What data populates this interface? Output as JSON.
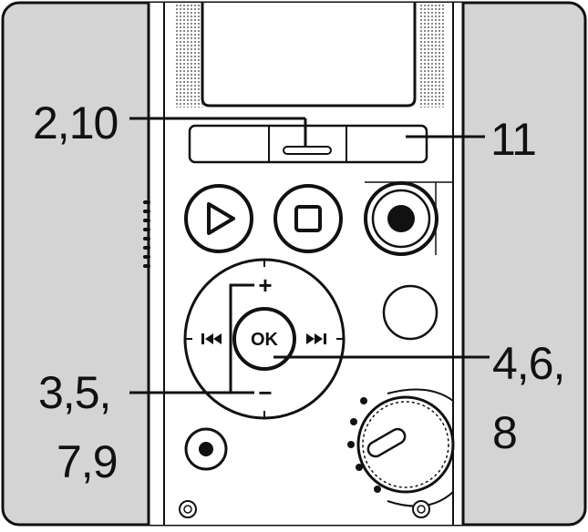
{
  "callouts": {
    "c1": "2,10",
    "c2": "11",
    "c3_line1": "3,5,",
    "c3_line2": "7,9",
    "c4_line1": "4,6,",
    "c4_line2": "8"
  },
  "device": {
    "ok_label": "OK",
    "plus_label": "+",
    "minus_label": "−",
    "prev_icon": "skip-back-icon",
    "next_icon": "skip-forward-icon",
    "play_icon": "play-icon",
    "stop_icon": "stop-icon",
    "record_icon": "record-icon"
  },
  "colors": {
    "panel_gray": "#d4d4d4",
    "stroke": "#111111",
    "device_body": "#ffffff"
  }
}
